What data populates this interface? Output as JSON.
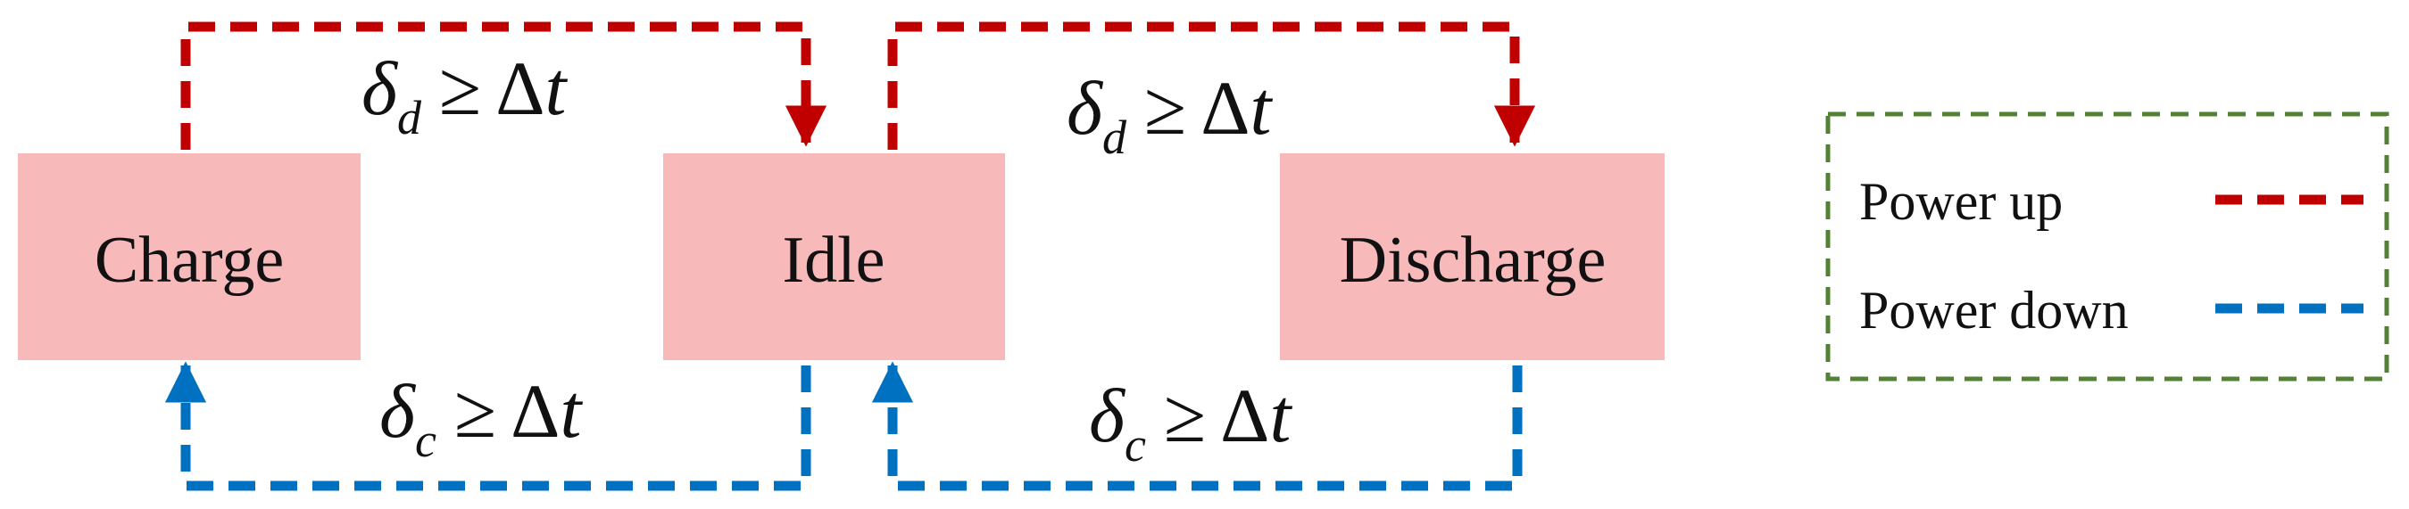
{
  "states": {
    "charge": "Charge",
    "idle": "Idle",
    "discharge": "Discharge"
  },
  "conditions": {
    "discharge_condition": {
      "symbol": "δ",
      "subscript": "d",
      "relation": "≥",
      "delta": "Δ",
      "variable": "t"
    },
    "charge_condition": {
      "symbol": "δ",
      "subscript": "c",
      "relation": "≥",
      "delta": "Δ",
      "variable": "t"
    }
  },
  "legend": {
    "power_up_label": "Power up",
    "power_down_label": "Power down"
  },
  "colors": {
    "state_fill": "#f7b9ba",
    "power_up": "#c00000",
    "power_down": "#0070c0",
    "power_down_alt": "#4472c4",
    "legend_border": "#548235"
  }
}
